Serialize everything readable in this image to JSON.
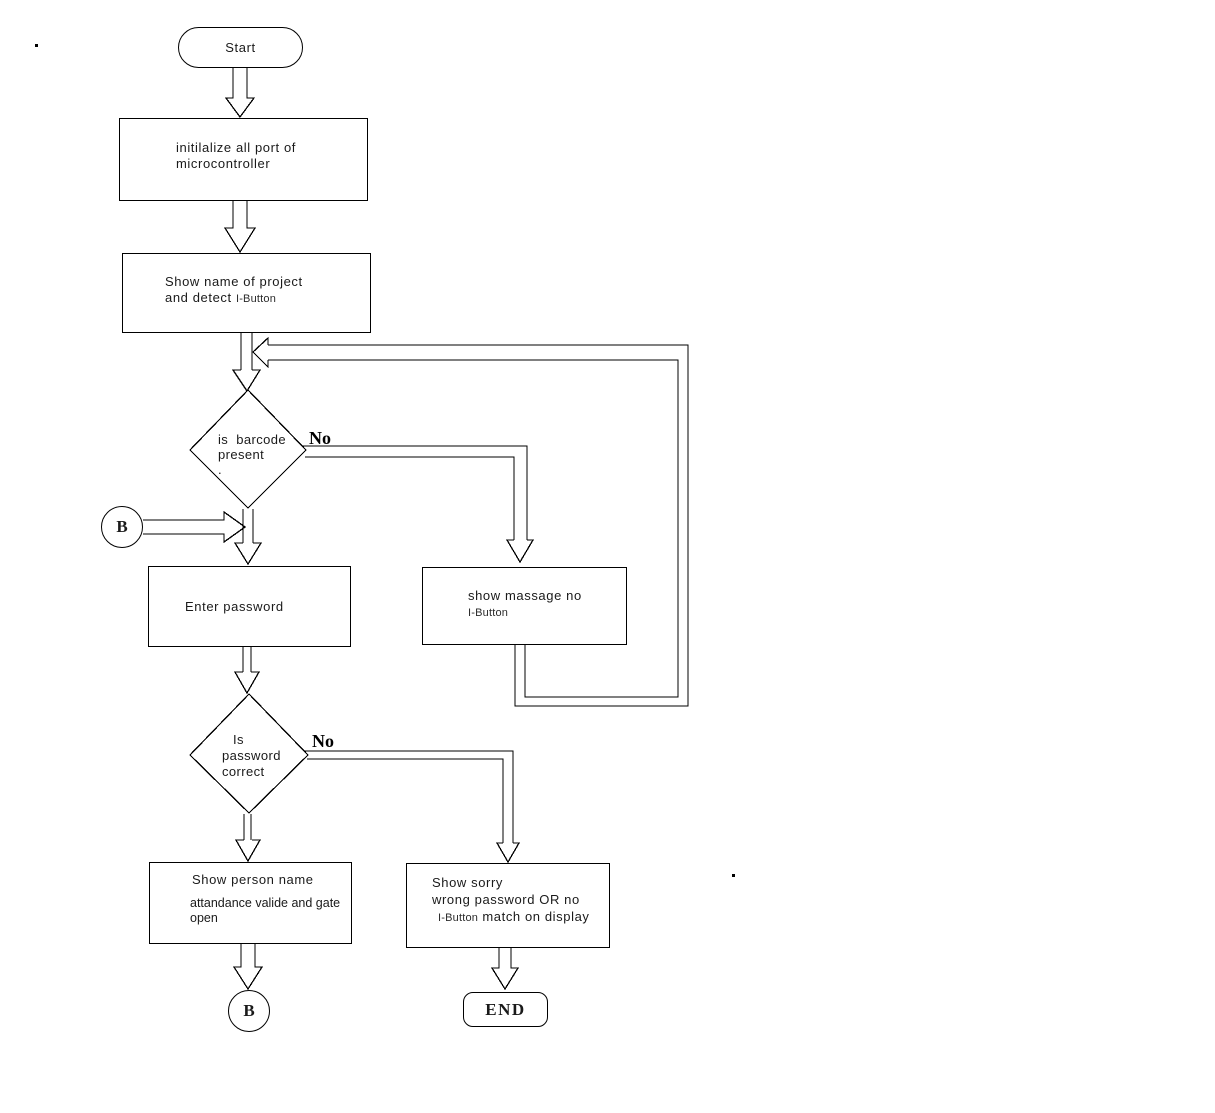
{
  "colors": {
    "line": "#000000",
    "text": "#1a1a1a",
    "background": "#ffffff"
  },
  "nodes": {
    "start": {
      "label": "Start"
    },
    "init": {
      "lines": [
        "initilalize all port of",
        "microcontroller"
      ]
    },
    "show_name": {
      "line1": "Show name of project",
      "line2_text": "and detect",
      "line2_small": "I-Button"
    },
    "barcode_decision": {
      "lines": [
        "is  barcode",
        "present",
        "."
      ]
    },
    "connector_b_left": {
      "label": "B"
    },
    "enter_password": {
      "label": "Enter password"
    },
    "show_massage": {
      "line1": "show massage no",
      "line2_small": "I-Button"
    },
    "password_decision": {
      "lines": [
        "Is",
        "password",
        "correct"
      ]
    },
    "show_person": {
      "line1": "Show person name",
      "line2": "attandance valide and gate",
      "line3": "open"
    },
    "show_sorry": {
      "line1": "Show sorry",
      "line2": "wrong password OR no",
      "line3_small": "I-Button",
      "line3_text": "match on display"
    },
    "connector_b_bottom": {
      "label": "B"
    },
    "end": {
      "label": "END"
    }
  },
  "edge_labels": {
    "barcode_no": "No",
    "password_no": "No"
  }
}
